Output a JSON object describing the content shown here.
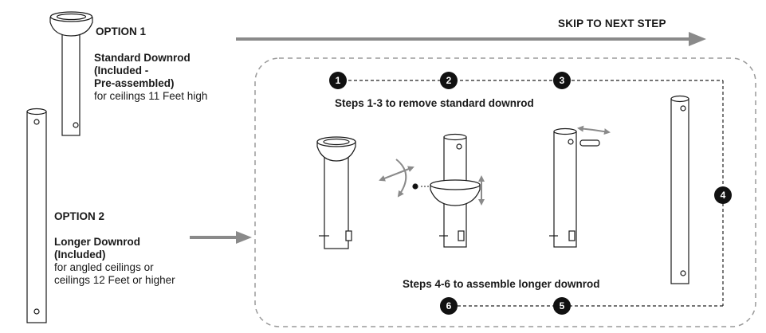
{
  "option1": {
    "heading": "OPTION 1",
    "title_lines": [
      "Standard Downrod",
      "(Included -",
      "Pre-assembled)"
    ],
    "note": "for ceilings 11 Feet high"
  },
  "option2": {
    "heading": "OPTION 2",
    "title_lines": [
      "Longer Downrod",
      "(Included)"
    ],
    "note_lines": [
      "for angled ceilings or",
      "ceilings 12 Feet or higher"
    ]
  },
  "skip_label": "SKIP TO NEXT STEP",
  "steps_top_caption": "Steps 1-3 to remove standard downrod",
  "steps_bottom_caption": "Steps 4-6 to assemble longer downrod",
  "step_numbers": [
    "1",
    "2",
    "3",
    "4",
    "5",
    "6"
  ],
  "colors": {
    "ink": "#1a1a1a",
    "arrow_gray": "#8a8a8a",
    "dashed_border": "#9a9a9a"
  }
}
